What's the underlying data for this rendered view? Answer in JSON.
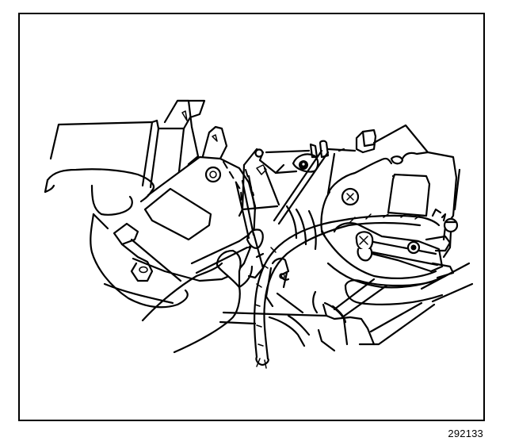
{
  "figure": {
    "type": "service-manual-line-illustration",
    "number": "292133",
    "colors": {
      "stroke": "#000000",
      "background": "#ffffff"
    },
    "components": [
      {
        "id": "module-housing",
        "label": ""
      },
      {
        "id": "mounting-bracket",
        "label": ""
      },
      {
        "id": "actuator-assembly",
        "label": ""
      },
      {
        "id": "wiring-harness",
        "label": ""
      },
      {
        "id": "left-hand",
        "label": ""
      },
      {
        "id": "right-hand-with-screwdriver",
        "label": ""
      },
      {
        "id": "retaining-screw",
        "label": ""
      }
    ]
  }
}
